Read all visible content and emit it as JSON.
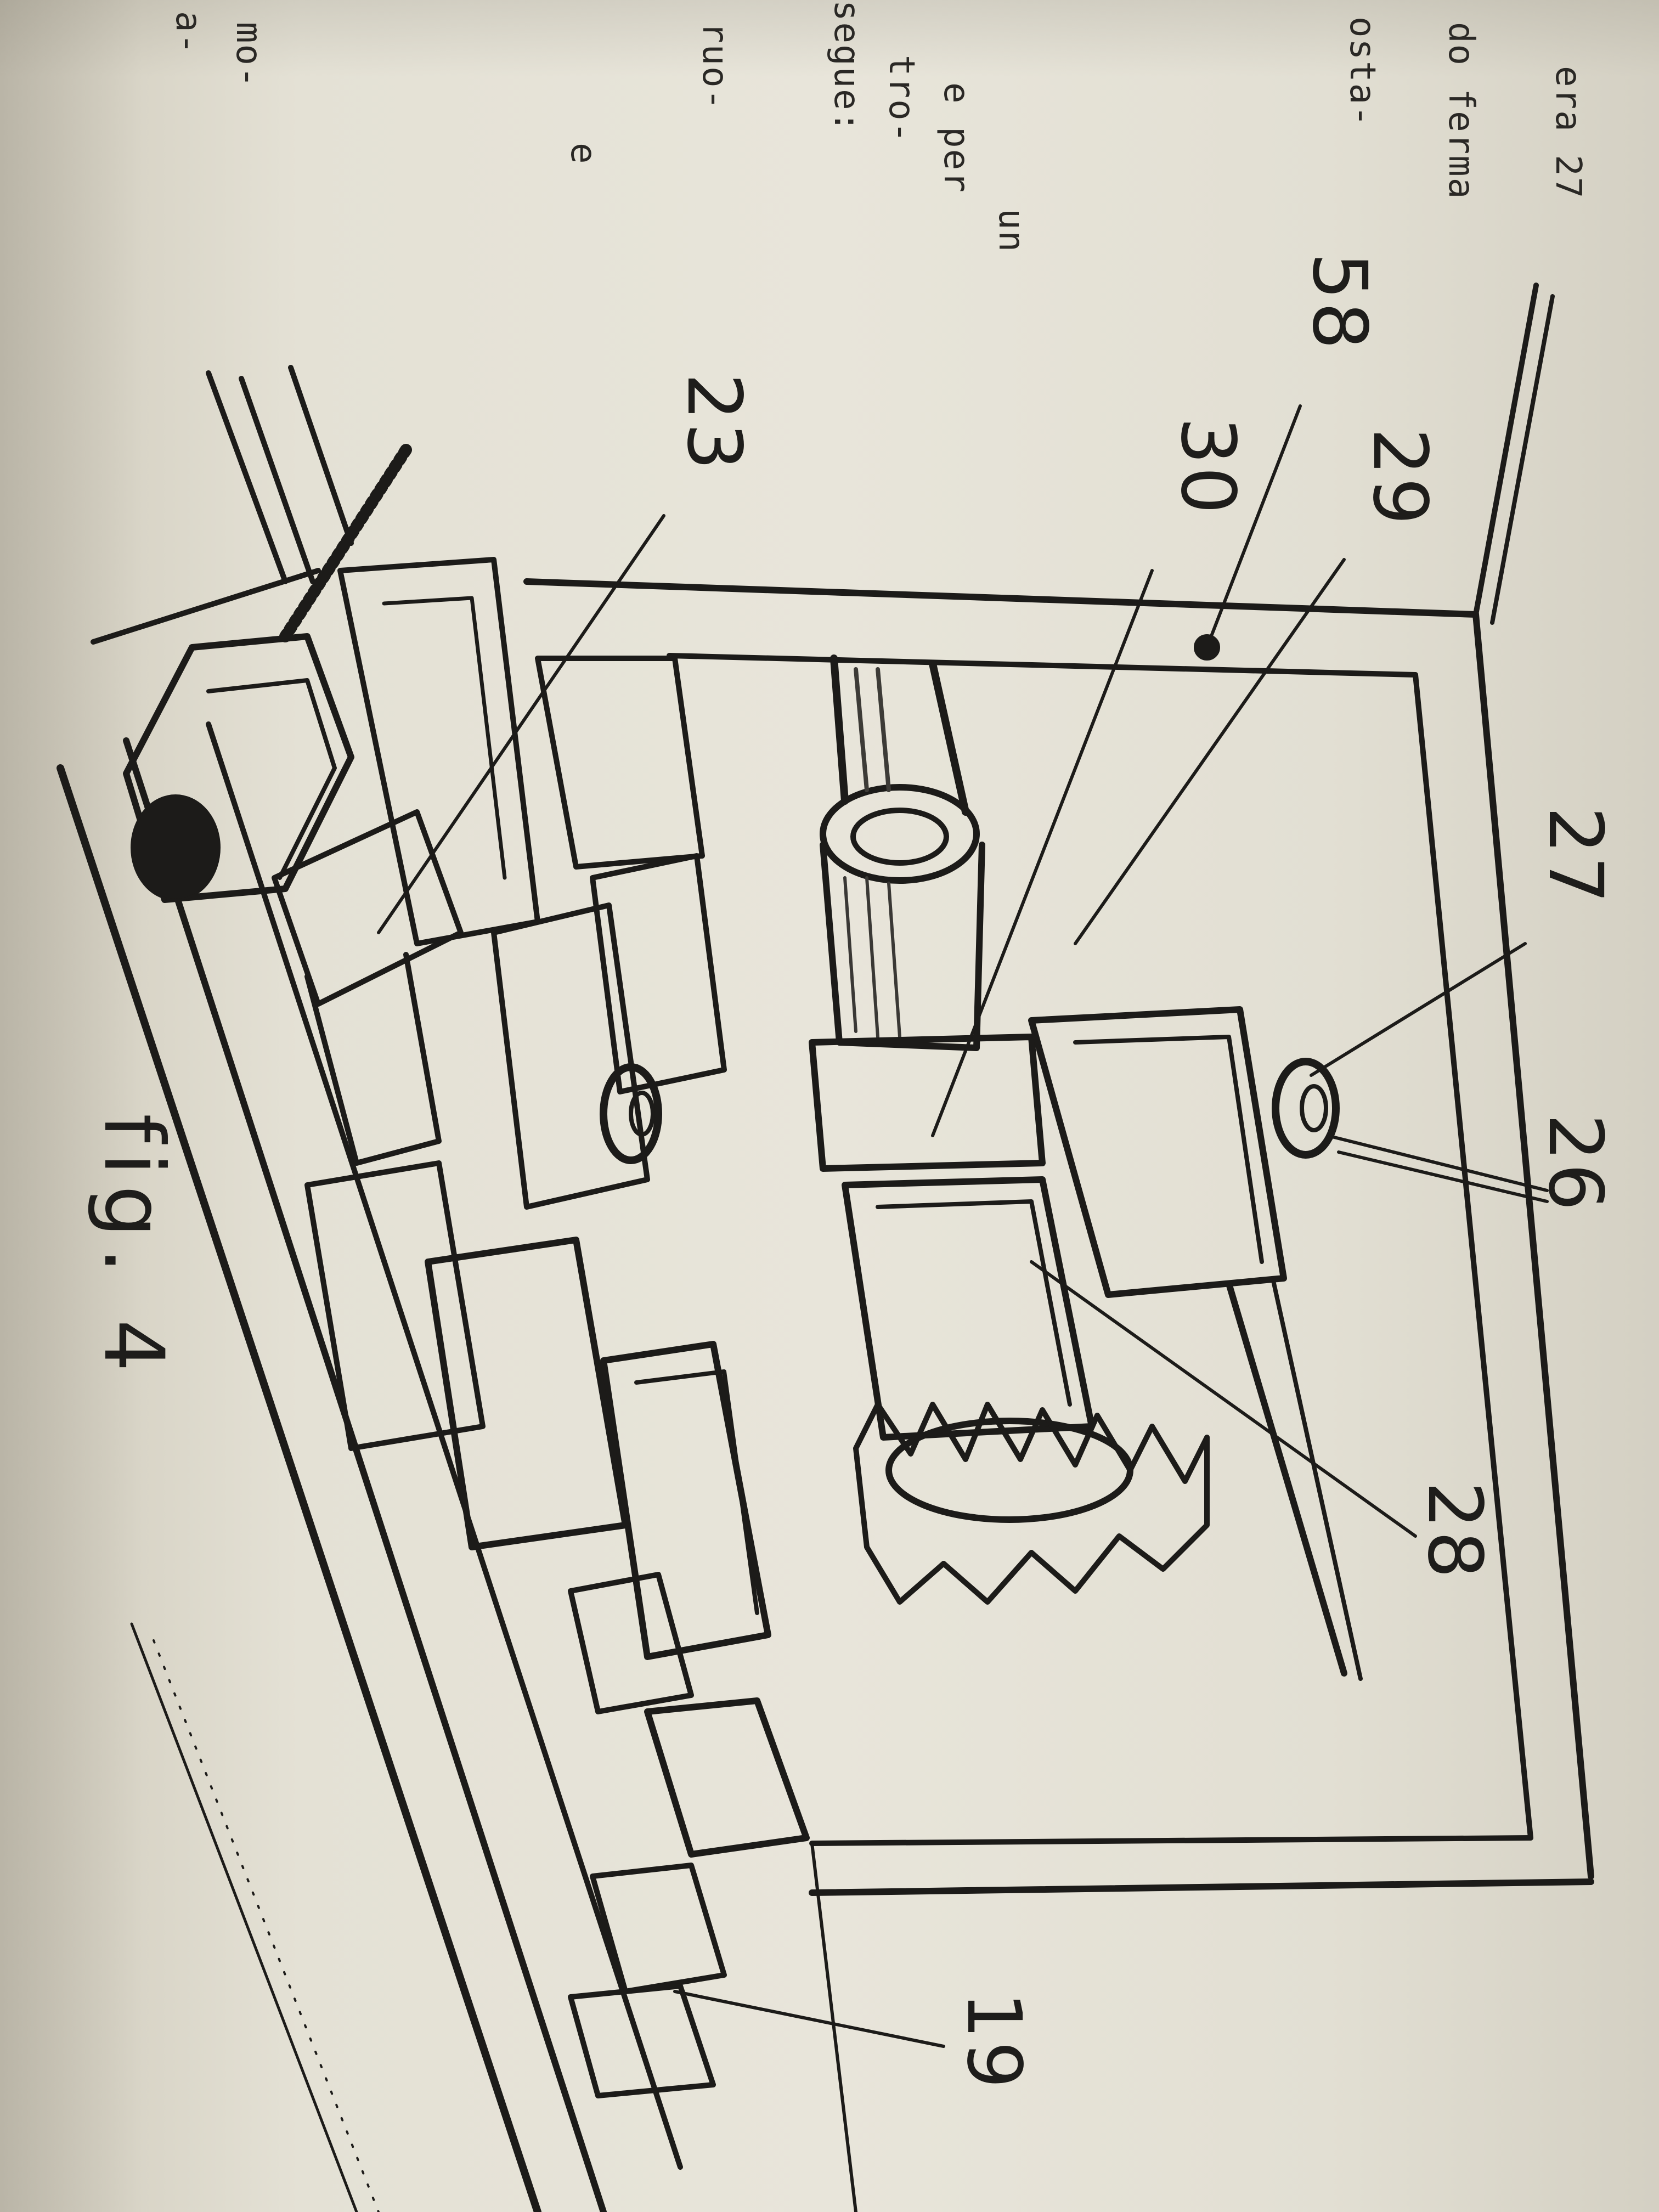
{
  "document": {
    "text_fragments": [
      "era 27",
      "do ferma",
      "osta-",
      "un",
      "e per",
      "tro-",
      "segue:",
      "ruo-",
      "mo-",
      "a-",
      "e"
    ],
    "figure": {
      "caption": "fig. 4",
      "callouts": [
        "58",
        "29",
        "30",
        "23",
        "27",
        "26",
        "28",
        "19"
      ]
    }
  }
}
